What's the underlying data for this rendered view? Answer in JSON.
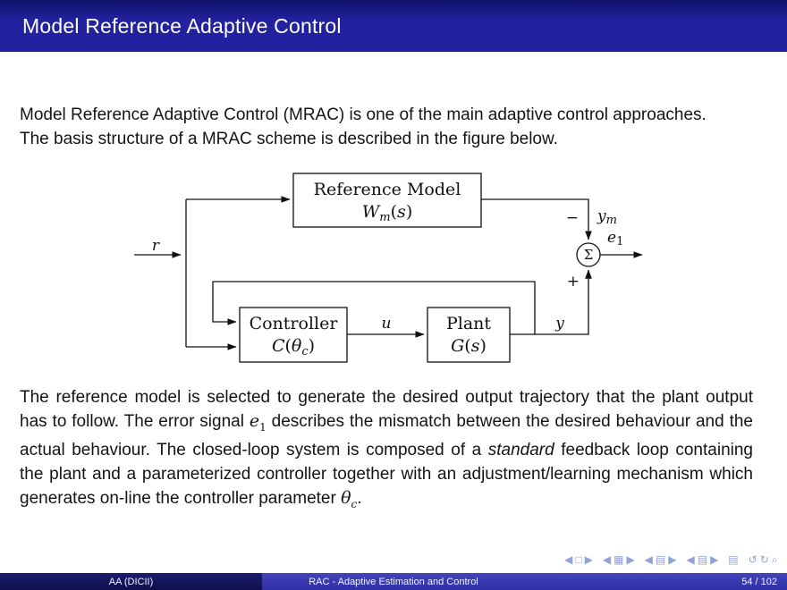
{
  "slide": {
    "title": "Model Reference Adaptive Control",
    "author_short": "AA  (DICII)",
    "footer_title": "RAC - Adaptive Estimation and Control",
    "page": "54 / 102"
  },
  "body": {
    "p1": "Model Reference Adaptive Control (MRAC) is one of the main adaptive control approaches. The basis structure of a MRAC scheme is described in the figure below.",
    "p2": {
      "t1": "The reference model is selected to generate the desired output trajectory that the plant output has to follow. The error signal ",
      "e_base": "e",
      "e_sub": "1",
      "t2": " describes the mismatch between the desired behaviour and the actual behaviour. The closed-loop system is composed of a ",
      "emph": "standard",
      "t3": " feedback loop containing the plant and a parameterized controller together with an adjustment/learning mechanism which generates on-line the controller parameter ",
      "theta": "θ",
      "theta_sub": "c",
      "t4": "."
    }
  },
  "diagram": {
    "ref_model": {
      "name": "Reference Model",
      "sym": "W",
      "sub": "m",
      "lp": "(",
      "arg": "s",
      "rp": ")"
    },
    "controller": {
      "name": "Controller",
      "sym": "C",
      "lp": "(",
      "theta": "θ",
      "sub": "c",
      "rp": ")"
    },
    "plant": {
      "name": "Plant",
      "sym": "G",
      "lp": "(",
      "arg": "s",
      "rp": ")"
    },
    "sum": "Σ",
    "labels": {
      "r": "r",
      "u": "u",
      "y": "y",
      "ym_base": "y",
      "ym_sub": "m",
      "e_base": "e",
      "e_sub": "1",
      "minus": "−",
      "plus": "+"
    }
  },
  "nav": [
    {
      "name": "prev-slide",
      "glyph": "◀"
    },
    {
      "name": "slide",
      "glyph": "□"
    },
    {
      "name": "next-slide",
      "glyph": "▶"
    },
    {
      "name": "prev-frame",
      "glyph": "◀"
    },
    {
      "name": "frame",
      "glyph": "▦"
    },
    {
      "name": "next-frame",
      "glyph": "▶"
    },
    {
      "name": "prev-subsection",
      "glyph": "◀"
    },
    {
      "name": "subsection",
      "glyph": "▤"
    },
    {
      "name": "next-subsection",
      "glyph": "▶"
    },
    {
      "name": "prev-section",
      "glyph": "◀"
    },
    {
      "name": "section",
      "glyph": "▤"
    },
    {
      "name": "next-section",
      "glyph": "▶"
    },
    {
      "name": "presentation",
      "glyph": "▤"
    },
    {
      "name": "back",
      "glyph": "↺"
    },
    {
      "name": "forward",
      "glyph": "↻"
    },
    {
      "name": "search",
      "glyph": "⌕"
    }
  ]
}
